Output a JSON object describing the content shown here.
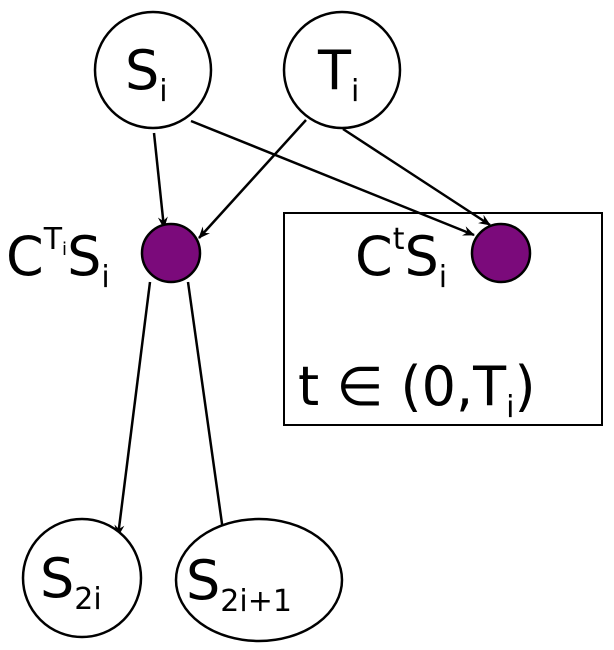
{
  "nodes": {
    "s_i": {
      "main": "S",
      "sub": "i"
    },
    "t_i": {
      "main": "T",
      "sub": "i"
    },
    "c_ti_s_i": {
      "c": "C",
      "sup_main": "T",
      "sup_sub": "i",
      "s": "S",
      "s_sub": "i"
    },
    "c_t_s_i": {
      "c": "C",
      "sup": "t",
      "s": "S",
      "s_sub": "i"
    },
    "s_2i": {
      "main": "S",
      "sub": "2i"
    },
    "s_2i1": {
      "main": "S",
      "sub": "2i+1"
    }
  },
  "plate": {
    "label_prefix": "t ∈ (0,T",
    "label_sub": "i",
    "label_suffix": ")"
  },
  "colors": {
    "observed_fill": "#7b0a7b",
    "stroke": "#000000",
    "background": "#ffffff"
  }
}
